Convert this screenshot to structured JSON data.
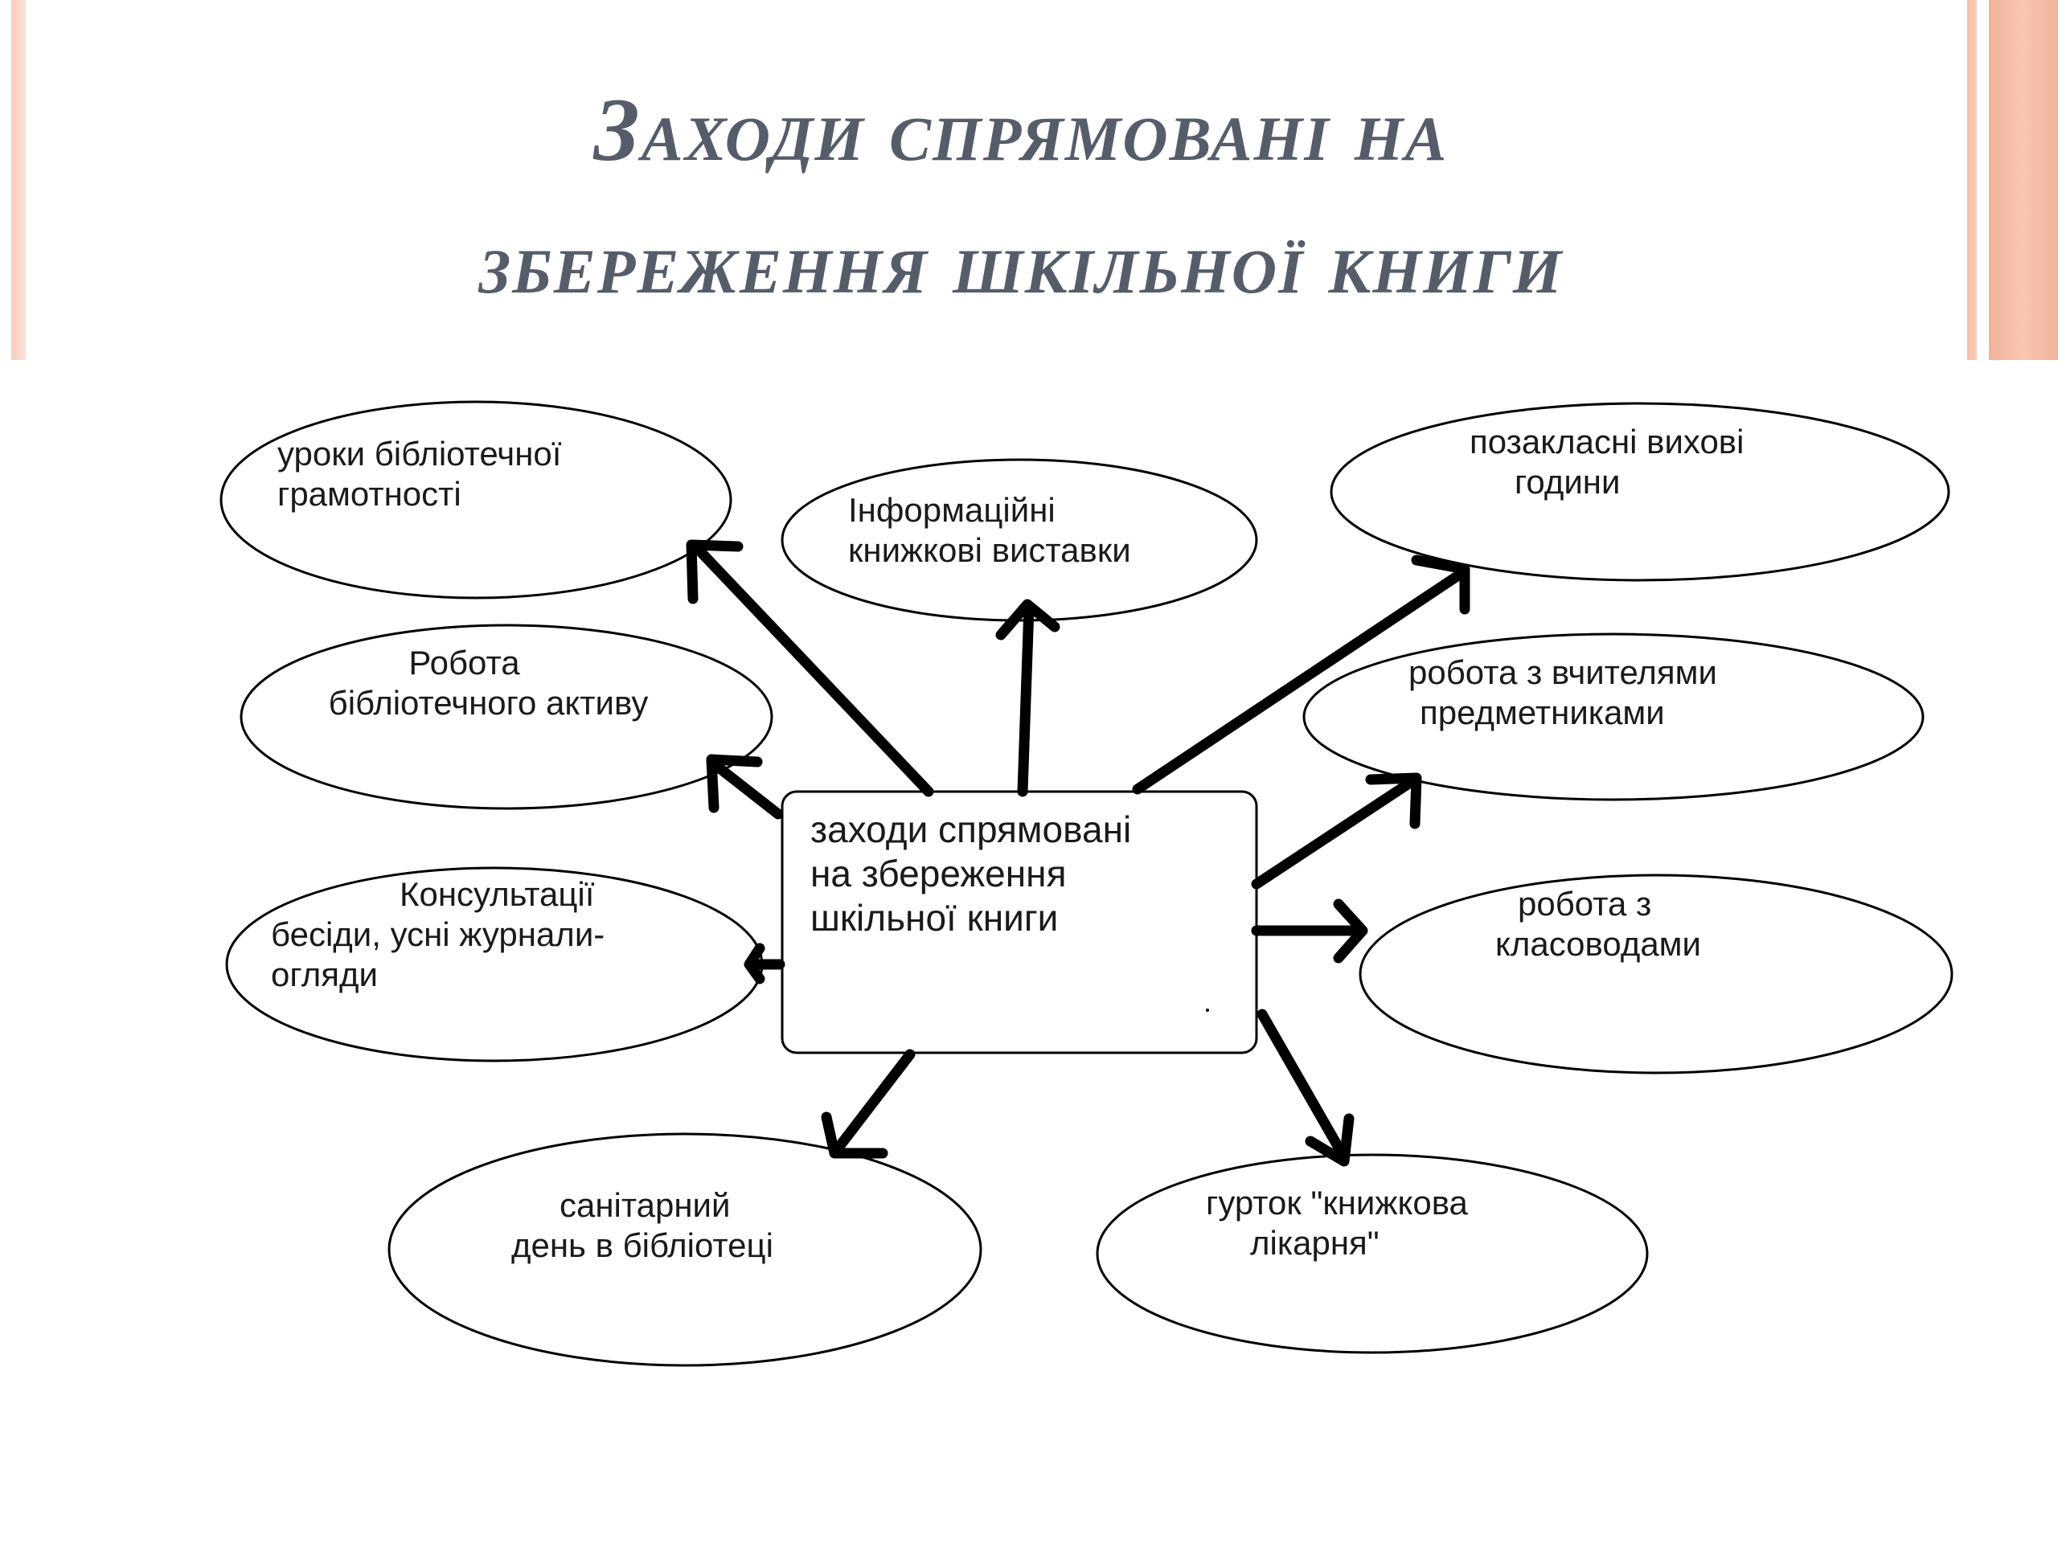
{
  "slide": {
    "title_line1": "Заходи спрямовані на",
    "title_line2": "збереження шкільної книги"
  },
  "diagram": {
    "center": {
      "line1": "заходи спрямовані",
      "line2": "на збереження",
      "line3": "шкільної книги"
    },
    "nodes": {
      "lessons": {
        "line1": "уроки бібліотечної",
        "line2": "грамотності"
      },
      "exhibitions": {
        "line1": "Інформаційні",
        "line2": "книжкові виставки"
      },
      "extracurr": {
        "line1": "позакласні вихові",
        "line2": "години"
      },
      "activists": {
        "line1": "Робота",
        "line2": "бібліотечного активу"
      },
      "teachers": {
        "line1": "робота з вчителями",
        "line2": "предметниками"
      },
      "consultations": {
        "line1": "Консультації",
        "line2": "бесіди, усні журнали-",
        "line3": "огляди"
      },
      "class_teachers": {
        "line1": "робота з",
        "line2": "класоводами"
      },
      "sanitary": {
        "line1": "санітарний",
        "line2": "день в бібліотеці"
      },
      "hospital": {
        "line1": "гурток \"книжкова",
        "line2": "лікарня\""
      }
    },
    "colors": {
      "title": "#565d6a",
      "lines": "#000000",
      "frame": "#f1b29a"
    }
  }
}
